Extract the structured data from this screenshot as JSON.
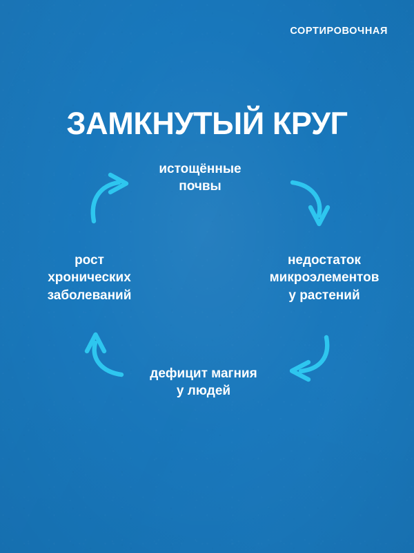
{
  "page": {
    "background_color": "#1878bd",
    "text_color": "#ffffff",
    "accent_color": "#2ec6ef"
  },
  "header": {
    "brand_label": "СОРТИРОВОЧНАЯ"
  },
  "title": {
    "text": "ЗАМКНУТЫЙ КРУГ"
  },
  "diagram": {
    "type": "cycle",
    "direction": "clockwise",
    "nodes": [
      {
        "id": "soil",
        "position": "top",
        "text": "истощённые\nпочвы"
      },
      {
        "id": "plants",
        "position": "right",
        "text": "недостаток\nмикроэлементов\nу растений"
      },
      {
        "id": "humans",
        "position": "bottom",
        "text": "дефицит магния\nу людей"
      },
      {
        "id": "disease",
        "position": "left",
        "text": "рост\nхронических\nзаболеваний"
      }
    ],
    "arrows": [
      {
        "id": "arrow-soil-to-plants",
        "from": "soil",
        "to": "plants",
        "position": "top-right",
        "points": "down-right"
      },
      {
        "id": "arrow-plants-to-humans",
        "from": "plants",
        "to": "humans",
        "position": "bottom-right",
        "points": "left"
      },
      {
        "id": "arrow-humans-to-disease",
        "from": "humans",
        "to": "disease",
        "position": "bottom-left",
        "points": "up"
      },
      {
        "id": "arrow-disease-to-soil",
        "from": "disease",
        "to": "soil",
        "position": "top-left",
        "points": "up-right"
      }
    ]
  }
}
